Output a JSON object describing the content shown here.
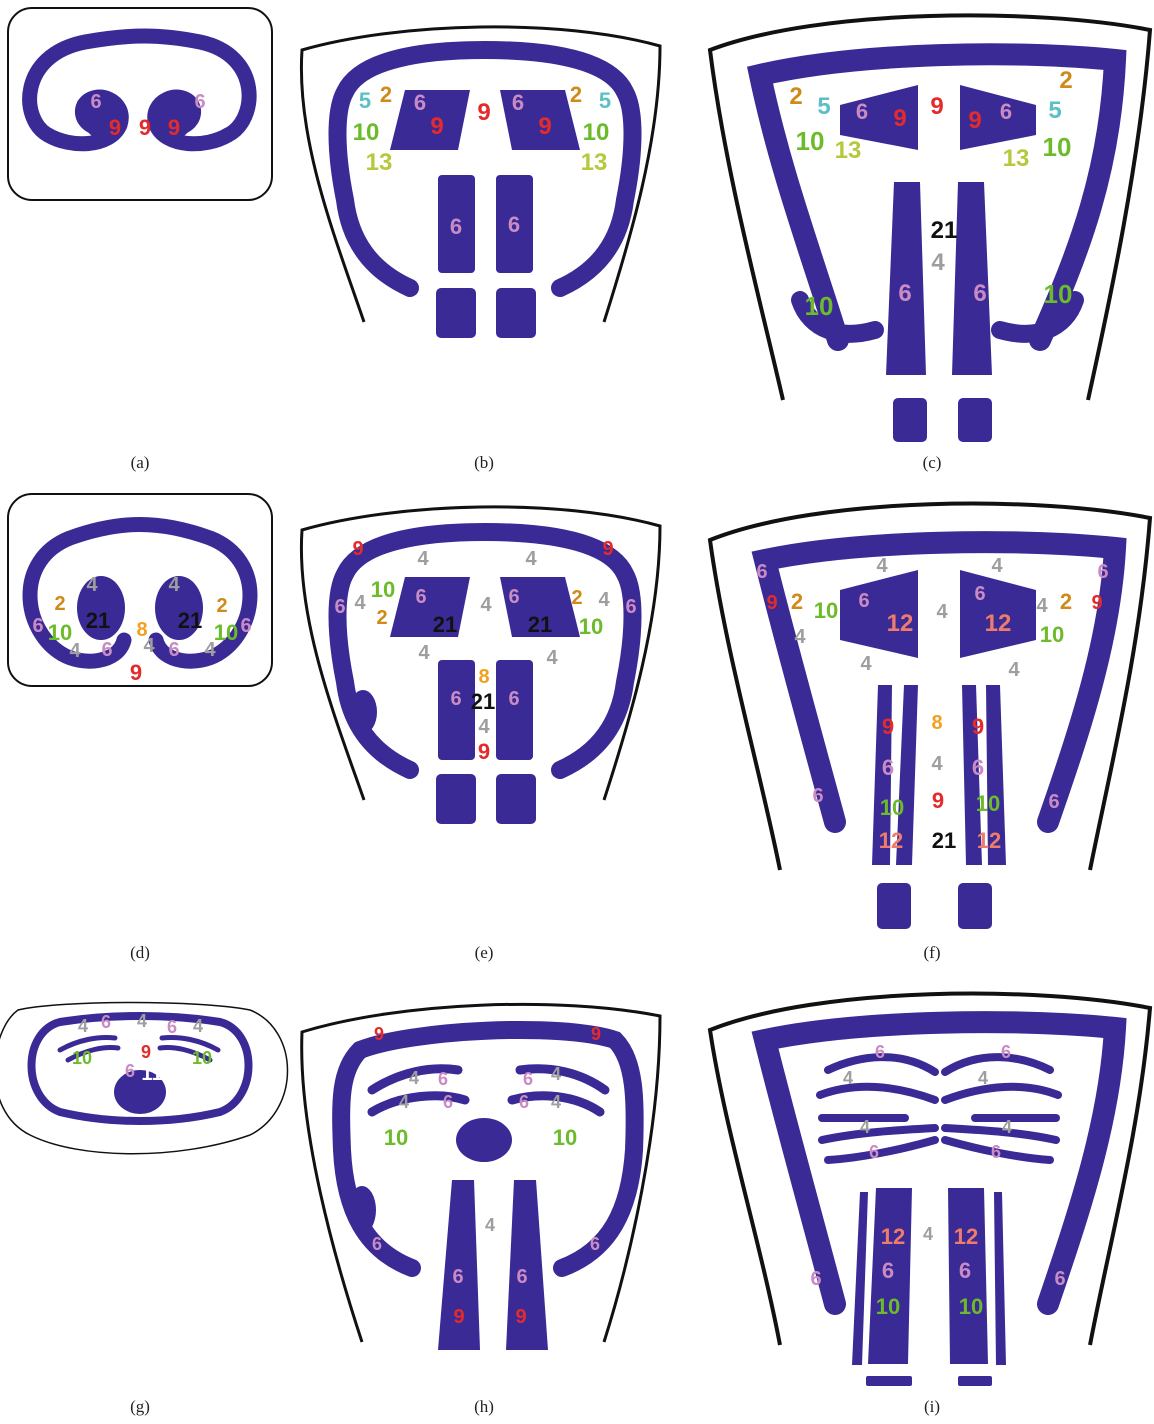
{
  "colors": {
    "shape": "#3a2a96",
    "outline": "#111111",
    "c2": "#d08a1a",
    "c4": "#9e9e9e",
    "c5": "#5bbfc6",
    "c6": "#c98bc4",
    "c8": "#f2a01f",
    "c9": "#e32b2b",
    "c10": "#6cbb2b",
    "c11": "#ffffff",
    "c12": "#ef7c6b",
    "c13": "#b7c83e",
    "c21": "#111111"
  },
  "panels": [
    {
      "caption": "(a)",
      "labels": [
        {
          "t": "6",
          "c": "c6"
        },
        {
          "t": "9",
          "c": "c9"
        },
        {
          "t": "9",
          "c": "c9"
        },
        {
          "t": "9",
          "c": "c9"
        },
        {
          "t": "6",
          "c": "c6"
        }
      ]
    },
    {
      "caption": "(b)",
      "labels": [
        {
          "t": "5",
          "c": "c5"
        },
        {
          "t": "2",
          "c": "c2"
        },
        {
          "t": "10",
          "c": "c10"
        },
        {
          "t": "13",
          "c": "c13"
        },
        {
          "t": "6",
          "c": "c6"
        },
        {
          "t": "9",
          "c": "c9"
        },
        {
          "t": "9",
          "c": "c9"
        },
        {
          "t": "6",
          "c": "c6"
        },
        {
          "t": "9",
          "c": "c9"
        },
        {
          "t": "2",
          "c": "c2"
        },
        {
          "t": "5",
          "c": "c5"
        },
        {
          "t": "10",
          "c": "c10"
        },
        {
          "t": "13",
          "c": "c13"
        },
        {
          "t": "6",
          "c": "c6"
        },
        {
          "t": "6",
          "c": "c6"
        }
      ]
    },
    {
      "caption": "(c)",
      "labels": [
        {
          "t": "2",
          "c": "c2"
        },
        {
          "t": "5",
          "c": "c5"
        },
        {
          "t": "10",
          "c": "c10"
        },
        {
          "t": "13",
          "c": "c13"
        },
        {
          "t": "6",
          "c": "c6"
        },
        {
          "t": "9",
          "c": "c9"
        },
        {
          "t": "9",
          "c": "c9"
        },
        {
          "t": "9",
          "c": "c9"
        },
        {
          "t": "6",
          "c": "c6"
        },
        {
          "t": "2",
          "c": "c2"
        },
        {
          "t": "5",
          "c": "c5"
        },
        {
          "t": "13",
          "c": "c13"
        },
        {
          "t": "10",
          "c": "c10"
        },
        {
          "t": "21",
          "c": "c21"
        },
        {
          "t": "4",
          "c": "c4"
        },
        {
          "t": "6",
          "c": "c6"
        },
        {
          "t": "6",
          "c": "c6"
        },
        {
          "t": "10",
          "c": "c10"
        },
        {
          "t": "10",
          "c": "c10"
        }
      ]
    },
    {
      "caption": "(d)",
      "labels": [
        {
          "t": "4",
          "c": "c4"
        },
        {
          "t": "4",
          "c": "c4"
        },
        {
          "t": "6",
          "c": "c6"
        },
        {
          "t": "2",
          "c": "c2"
        },
        {
          "t": "10",
          "c": "c10"
        },
        {
          "t": "21",
          "c": "c21"
        },
        {
          "t": "8",
          "c": "c8"
        },
        {
          "t": "21",
          "c": "c21"
        },
        {
          "t": "2",
          "c": "c2"
        },
        {
          "t": "10",
          "c": "c10"
        },
        {
          "t": "6",
          "c": "c6"
        },
        {
          "t": "4",
          "c": "c4"
        },
        {
          "t": "6",
          "c": "c6"
        },
        {
          "t": "4",
          "c": "c4"
        },
        {
          "t": "6",
          "c": "c6"
        },
        {
          "t": "4",
          "c": "c4"
        },
        {
          "t": "9",
          "c": "c9"
        }
      ]
    },
    {
      "caption": "(e)",
      "labels": [
        {
          "t": "9",
          "c": "c9"
        },
        {
          "t": "4",
          "c": "c4"
        },
        {
          "t": "4",
          "c": "c4"
        },
        {
          "t": "9",
          "c": "c9"
        },
        {
          "t": "6",
          "c": "c6"
        },
        {
          "t": "10",
          "c": "c10"
        },
        {
          "t": "6",
          "c": "c6"
        },
        {
          "t": "4",
          "c": "c4"
        },
        {
          "t": "2",
          "c": "c2"
        },
        {
          "t": "21",
          "c": "c21"
        },
        {
          "t": "4",
          "c": "c4"
        },
        {
          "t": "6",
          "c": "c6"
        },
        {
          "t": "21",
          "c": "c21"
        },
        {
          "t": "2",
          "c": "c2"
        },
        {
          "t": "4",
          "c": "c4"
        },
        {
          "t": "10",
          "c": "c10"
        },
        {
          "t": "6",
          "c": "c6"
        },
        {
          "t": "4",
          "c": "c4"
        },
        {
          "t": "4",
          "c": "c4"
        },
        {
          "t": "8",
          "c": "c8"
        },
        {
          "t": "6",
          "c": "c6"
        },
        {
          "t": "21",
          "c": "c21"
        },
        {
          "t": "6",
          "c": "c6"
        },
        {
          "t": "4",
          "c": "c4"
        },
        {
          "t": "9",
          "c": "c9"
        }
      ]
    },
    {
      "caption": "(f)",
      "labels": [
        {
          "t": "4",
          "c": "c4"
        },
        {
          "t": "4",
          "c": "c4"
        },
        {
          "t": "6",
          "c": "c6"
        },
        {
          "t": "9",
          "c": "c9"
        },
        {
          "t": "2",
          "c": "c2"
        },
        {
          "t": "10",
          "c": "c10"
        },
        {
          "t": "4",
          "c": "c4"
        },
        {
          "t": "6",
          "c": "c6"
        },
        {
          "t": "12",
          "c": "c12"
        },
        {
          "t": "4",
          "c": "c4"
        },
        {
          "t": "6",
          "c": "c6"
        },
        {
          "t": "12",
          "c": "c12"
        },
        {
          "t": "4",
          "c": "c4"
        },
        {
          "t": "2",
          "c": "c2"
        },
        {
          "t": "9",
          "c": "c9"
        },
        {
          "t": "6",
          "c": "c6"
        },
        {
          "t": "10",
          "c": "c10"
        },
        {
          "t": "4",
          "c": "c4"
        },
        {
          "t": "4",
          "c": "c4"
        },
        {
          "t": "9",
          "c": "c9"
        },
        {
          "t": "8",
          "c": "c8"
        },
        {
          "t": "9",
          "c": "c9"
        },
        {
          "t": "6",
          "c": "c6"
        },
        {
          "t": "4",
          "c": "c4"
        },
        {
          "t": "6",
          "c": "c6"
        },
        {
          "t": "10",
          "c": "c10"
        },
        {
          "t": "9",
          "c": "c9"
        },
        {
          "t": "10",
          "c": "c10"
        },
        {
          "t": "12",
          "c": "c12"
        },
        {
          "t": "21",
          "c": "c21"
        },
        {
          "t": "12",
          "c": "c12"
        },
        {
          "t": "6",
          "c": "c6"
        },
        {
          "t": "6",
          "c": "c6"
        }
      ]
    },
    {
      "caption": "(g)",
      "labels": [
        {
          "t": "4",
          "c": "c4"
        },
        {
          "t": "6",
          "c": "c6"
        },
        {
          "t": "4",
          "c": "c4"
        },
        {
          "t": "6",
          "c": "c6"
        },
        {
          "t": "4",
          "c": "c4"
        },
        {
          "t": "10",
          "c": "c10"
        },
        {
          "t": "9",
          "c": "c9"
        },
        {
          "t": "6",
          "c": "c6"
        },
        {
          "t": "11",
          "c": "c11"
        },
        {
          "t": "10",
          "c": "c10"
        }
      ]
    },
    {
      "caption": "(h)",
      "labels": [
        {
          "t": "9",
          "c": "c9"
        },
        {
          "t": "9",
          "c": "c9"
        },
        {
          "t": "4",
          "c": "c4"
        },
        {
          "t": "6",
          "c": "c6"
        },
        {
          "t": "6",
          "c": "c6"
        },
        {
          "t": "4",
          "c": "c4"
        },
        {
          "t": "4",
          "c": "c4"
        },
        {
          "t": "6",
          "c": "c6"
        },
        {
          "t": "6",
          "c": "c6"
        },
        {
          "t": "4",
          "c": "c4"
        },
        {
          "t": "10",
          "c": "c10"
        },
        {
          "t": "10",
          "c": "c10"
        },
        {
          "t": "4",
          "c": "c4"
        },
        {
          "t": "6",
          "c": "c6"
        },
        {
          "t": "6",
          "c": "c6"
        },
        {
          "t": "6",
          "c": "c6"
        },
        {
          "t": "6",
          "c": "c6"
        },
        {
          "t": "9",
          "c": "c9"
        },
        {
          "t": "9",
          "c": "c9"
        }
      ]
    },
    {
      "caption": "(i)",
      "labels": [
        {
          "t": "6",
          "c": "c6"
        },
        {
          "t": "6",
          "c": "c6"
        },
        {
          "t": "4",
          "c": "c4"
        },
        {
          "t": "4",
          "c": "c4"
        },
        {
          "t": "4",
          "c": "c4"
        },
        {
          "t": "4",
          "c": "c4"
        },
        {
          "t": "6",
          "c": "c6"
        },
        {
          "t": "6",
          "c": "c6"
        },
        {
          "t": "12",
          "c": "c12"
        },
        {
          "t": "4",
          "c": "c4"
        },
        {
          "t": "12",
          "c": "c12"
        },
        {
          "t": "6",
          "c": "c6"
        },
        {
          "t": "6",
          "c": "c6"
        },
        {
          "t": "6",
          "c": "c6"
        },
        {
          "t": "6",
          "c": "c6"
        },
        {
          "t": "10",
          "c": "c10"
        },
        {
          "t": "10",
          "c": "c10"
        }
      ]
    }
  ]
}
